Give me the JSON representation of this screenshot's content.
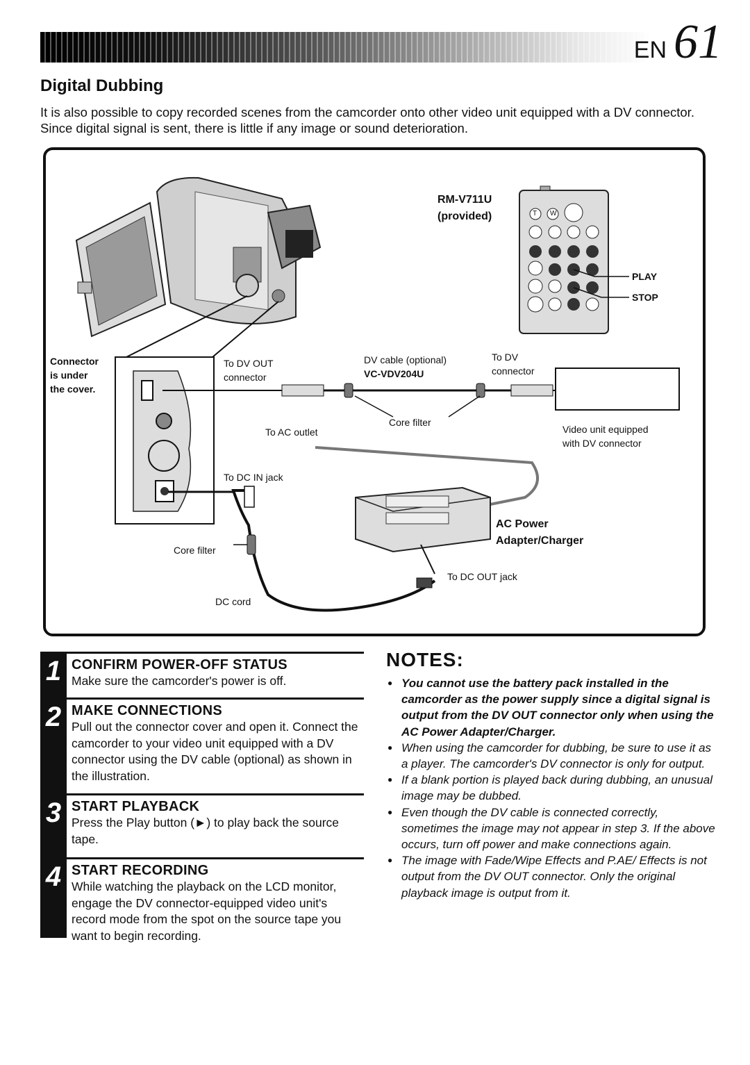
{
  "header": {
    "prefix": "EN",
    "page": "61"
  },
  "section_title": "Digital Dubbing",
  "intro": "It is also possible to copy recorded scenes from the camcorder onto other video unit equipped with a DV connector. Since digital signal is sent, there is little if any image or sound deterioration.",
  "diagram": {
    "remote_model": "RM-V711U",
    "remote_provided": "(provided)",
    "remote_t": "T",
    "remote_w": "W",
    "play": "PLAY",
    "stop": "STOP",
    "connector_note_1": "Connector",
    "connector_note_2": "is under",
    "connector_note_3": "the cover.",
    "dv_out_1": "To DV OUT",
    "dv_out_2": "connector",
    "dv_cable_1": "DV cable (optional)",
    "dv_cable_2": "VC-VDV204U",
    "to_dv_1": "To DV",
    "to_dv_2": "connector",
    "core_filter_top": "Core filter",
    "ac_outlet": "To AC outlet",
    "video_unit_1": "Video unit equipped",
    "video_unit_2": "with DV connector",
    "dc_in": "To DC IN jack",
    "ac_power_1": "AC Power",
    "ac_power_2": "Adapter/Charger",
    "core_filter_bottom": "Core filter",
    "dc_out": "To DC OUT jack",
    "dc_cord": "DC cord"
  },
  "steps": [
    {
      "num": "1",
      "heading": "CONFIRM POWER-OFF STATUS",
      "text": "Make sure the camcorder's power is off."
    },
    {
      "num": "2",
      "heading": "MAKE CONNECTIONS",
      "text": "Pull out the connector cover and open it. Connect the camcorder to your video unit equipped with a DV connector using the DV cable (optional) as shown in the illustration."
    },
    {
      "num": "3",
      "heading": "START PLAYBACK",
      "text": "Press the Play button (►) to play back the source tape."
    },
    {
      "num": "4",
      "heading": "START RECORDING",
      "text": "While watching the playback on the LCD monitor, engage the DV connector-equipped video unit's record mode from the spot on the source tape you want to begin recording."
    }
  ],
  "notes": {
    "title": "NOTES:",
    "items": [
      "You cannot use the battery pack installed in the camcorder as the power supply since a digital signal is output from the DV OUT connector only when using the AC Power Adapter/Charger.",
      "When using the camcorder for dubbing, be sure to use it as a player. The camcorder's DV connector is only for output.",
      "If a blank portion is played back during dubbing, an unusual image may be dubbed.",
      "Even though the DV cable is connected correctly, sometimes the image may not appear in step 3. If the above occurs, turn off power and make connections again.",
      "The image with Fade/Wipe Effects and P.AE/ Effects is not output from the DV OUT connector. Only the original playback image is output from it."
    ]
  }
}
